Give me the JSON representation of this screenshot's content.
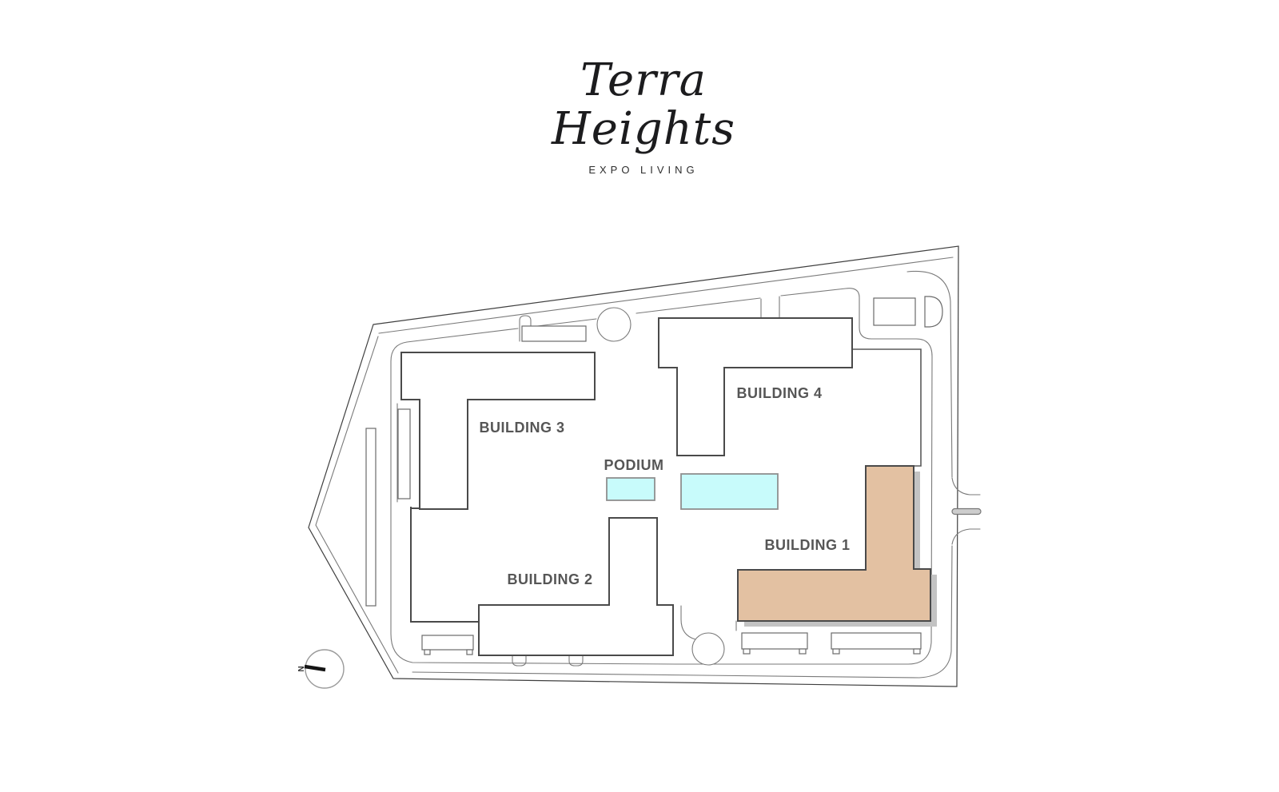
{
  "brand": {
    "title_line1": "Terra",
    "title_line2": "Heights",
    "tagline": "EXPO LIVING"
  },
  "site_plan": {
    "podium_label": "PODIUM",
    "compass_north": "N",
    "buildings": [
      {
        "id": "building-1",
        "label": "BUILDING 1",
        "highlighted": true
      },
      {
        "id": "building-2",
        "label": "BUILDING 2",
        "highlighted": false
      },
      {
        "id": "building-3",
        "label": "BUILDING 3",
        "highlighted": false
      },
      {
        "id": "building-4",
        "label": "BUILDING 4",
        "highlighted": false
      }
    ],
    "colors": {
      "highlight": "#e3c1a2",
      "pool": "#c8fbfb",
      "building_outline": "#4a4a4a",
      "road_line": "#7a7a7a",
      "boundary_line": "#3f3f3f",
      "shadow": "#c3c3c3",
      "label_text": "#565656"
    }
  }
}
